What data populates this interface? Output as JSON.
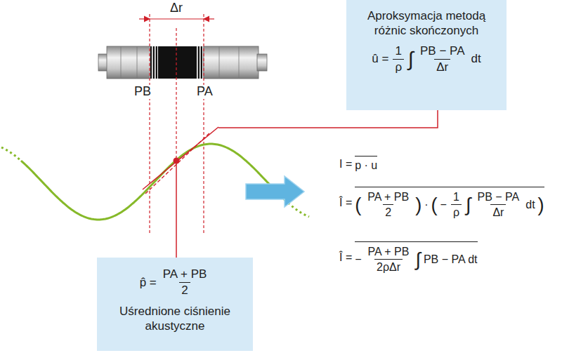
{
  "diagram": {
    "nodes": [
      {
        "text": [
          "Aproksymacja metodą różnic skończonych",
          "û =",
          "1",
          "ρ",
          "∫",
          "PB − PA",
          "Δr",
          "dt"
        ]
      },
      {
        "text": [
          "p̂ =",
          "PA + PB",
          "2",
          "Uśrednione ciśnienie akustyczne"
        ]
      }
    ],
    "labels": [
      "Δr",
      "PB",
      "PA",
      "I =",
      "p · u",
      "Î =",
      "(",
      "PA + PB",
      "2",
      ")",
      "·",
      "(",
      "−",
      "1",
      "ρ",
      "∫",
      "PB − PA",
      "Δr",
      "dt",
      ")",
      "Î =",
      "−",
      "PA + PB",
      "2ρΔr",
      "∫",
      "PB − PA dt"
    ]
  }
}
